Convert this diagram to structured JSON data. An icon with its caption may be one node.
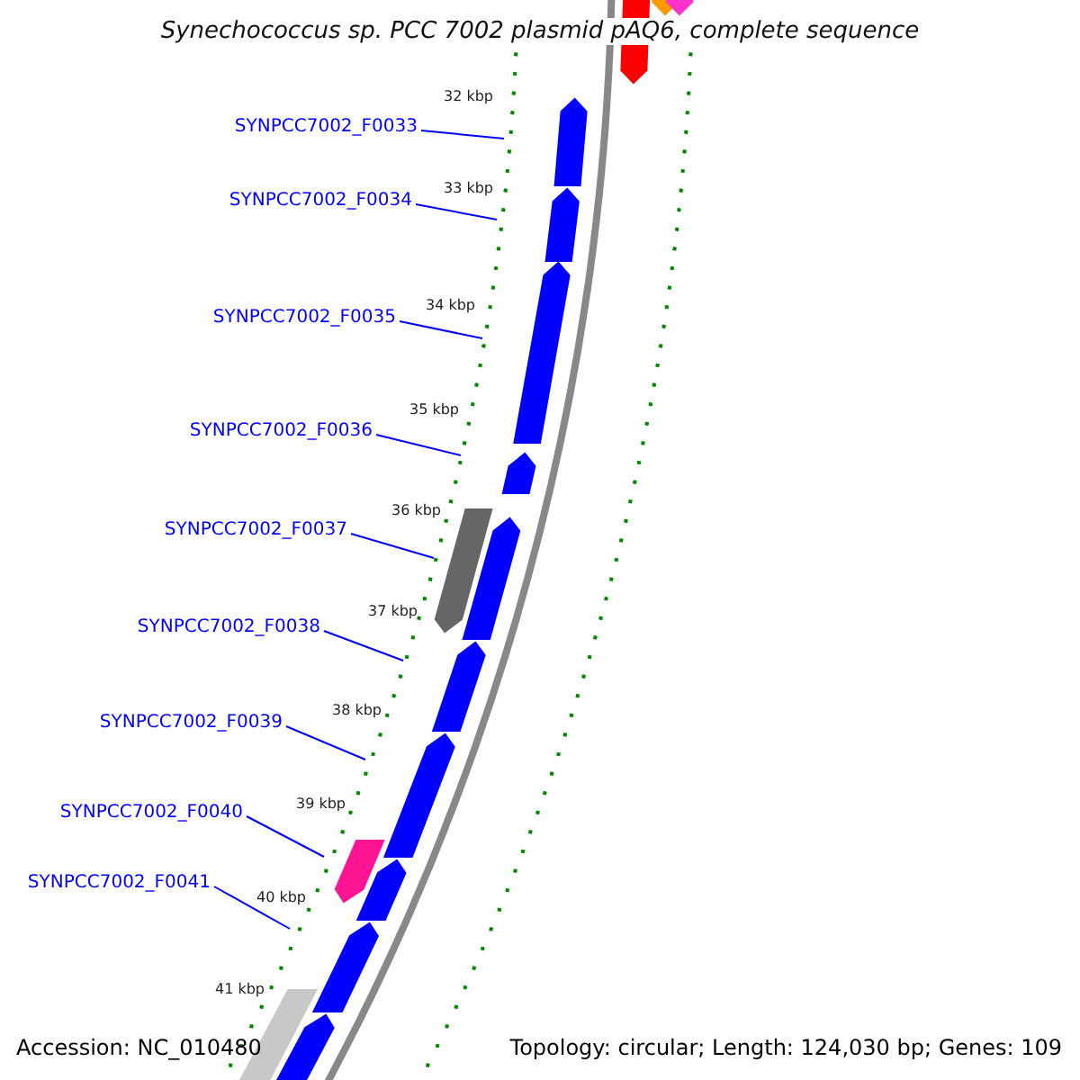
{
  "diagram": {
    "title": "Synechococcus sp. PCC 7002 plasmid pAQ6, complete sequence",
    "nodes": [
      {
        "text": [
          "SYNPCC7002_F0033"
        ]
      },
      {
        "text": [
          "SYNPCC7002_F0034"
        ]
      },
      {
        "text": [
          "SYNPCC7002_F0035"
        ]
      },
      {
        "text": [
          "SYNPCC7002_F0036"
        ]
      },
      {
        "text": [
          "SYNPCC7002_F0037"
        ]
      },
      {
        "text": [
          "SYNPCC7002_F0038"
        ]
      },
      {
        "text": [
          "SYNPCC7002_F0039"
        ]
      },
      {
        "text": [
          "SYNPCC7002_F0040"
        ]
      },
      {
        "text": [
          "SYNPCC7002_F0041"
        ]
      }
    ],
    "edges": [
      {
        "from": 0,
        "to": null,
        "arrow": "none"
      },
      {
        "from": 1,
        "to": null,
        "arrow": "none"
      },
      {
        "from": 2,
        "to": null,
        "arrow": "none"
      },
      {
        "from": 3,
        "to": null,
        "arrow": "none"
      },
      {
        "from": 4,
        "to": null,
        "arrow": "none"
      },
      {
        "from": 5,
        "to": null,
        "arrow": "none"
      },
      {
        "from": 6,
        "to": null,
        "arrow": "none"
      },
      {
        "from": 7,
        "to": null,
        "arrow": "none"
      },
      {
        "from": 8,
        "to": null,
        "arrow": "none"
      }
    ],
    "labels": [
      "32 kbp",
      "33 kbp",
      "34 kbp",
      "35 kbp",
      "36 kbp",
      "37 kbp",
      "38 kbp",
      "39 kbp",
      "40 kbp",
      "41 kbp",
      "Accession: NC_010480",
      "Topology: circular; Length: 124,030 bp; Genes: 109"
    ]
  }
}
